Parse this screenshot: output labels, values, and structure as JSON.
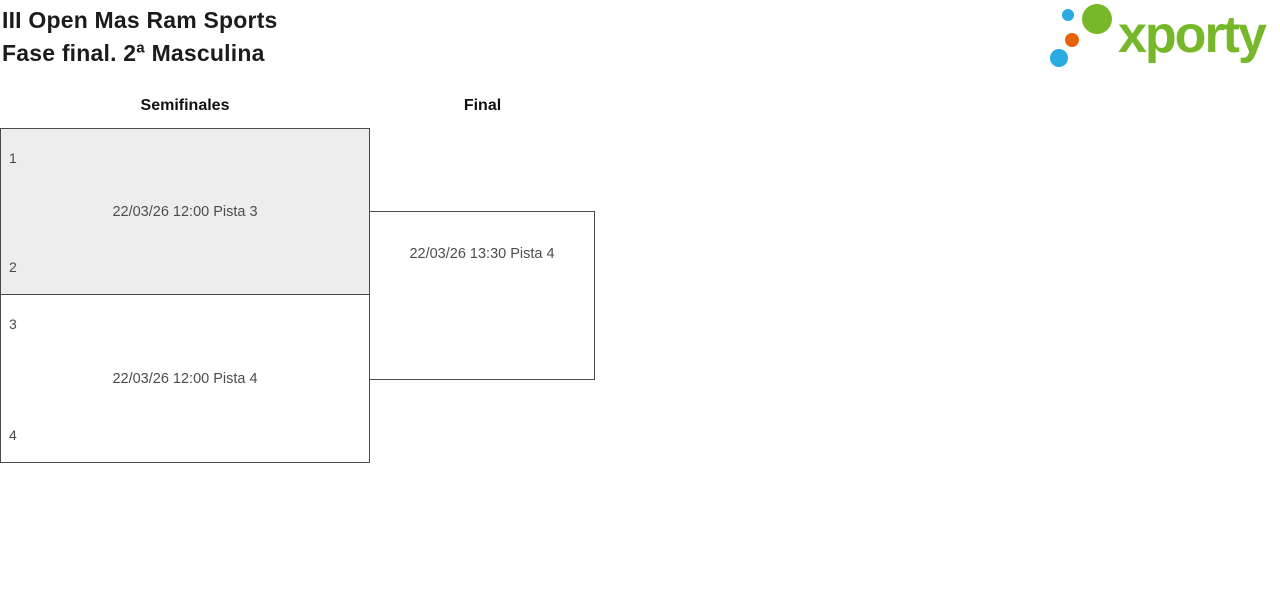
{
  "header": {
    "title": "III Open Mas Ram Sports",
    "subtitle": "Fase final. 2ª Masculina"
  },
  "logo": {
    "brand": "xporty"
  },
  "rounds": {
    "semifinals_label": "Semifinales",
    "final_label": "Final"
  },
  "matches": {
    "sf1": {
      "seed_top": "1",
      "seed_bottom": "2",
      "info": "22/03/26 12:00 Pista 3"
    },
    "sf2": {
      "seed_top": "3",
      "seed_bottom": "4",
      "info": "22/03/26 12:00 Pista 4"
    },
    "final": {
      "info": "22/03/26 13:30 Pista 4"
    }
  },
  "colors": {
    "highlight_fill": "#ededed",
    "box_border": "#4a4a4a",
    "brand_green": "#76b82a",
    "brand_blue": "#29abe2",
    "brand_orange": "#e8620c"
  }
}
